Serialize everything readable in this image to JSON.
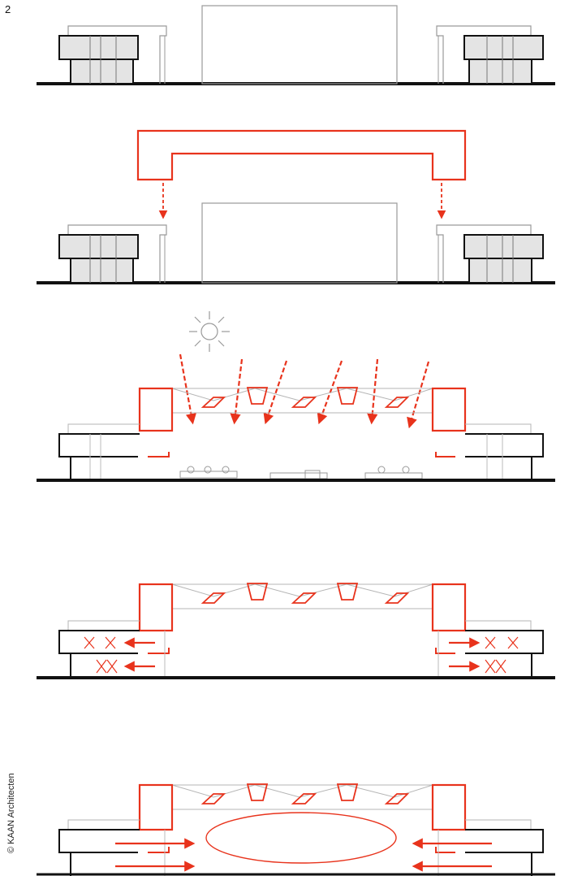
{
  "page_number": "2",
  "credit": "© KAAN Architecten",
  "colors": {
    "accent": "#e8331c",
    "ink": "#111111",
    "thin": "#9a9a9a",
    "fill": "#e4e4e4"
  },
  "panels": [
    {
      "name": "panel-1-existing",
      "description_icon": "none"
    },
    {
      "name": "panel-2-roof-insertion",
      "description_icon": "arrows-down"
    },
    {
      "name": "panel-3-daylight",
      "description_icon": "sun-icon"
    },
    {
      "name": "panel-4-ventilation",
      "description_icon": "fan-icon"
    },
    {
      "name": "panel-5-circulation",
      "description_icon": "ellipse"
    }
  ]
}
